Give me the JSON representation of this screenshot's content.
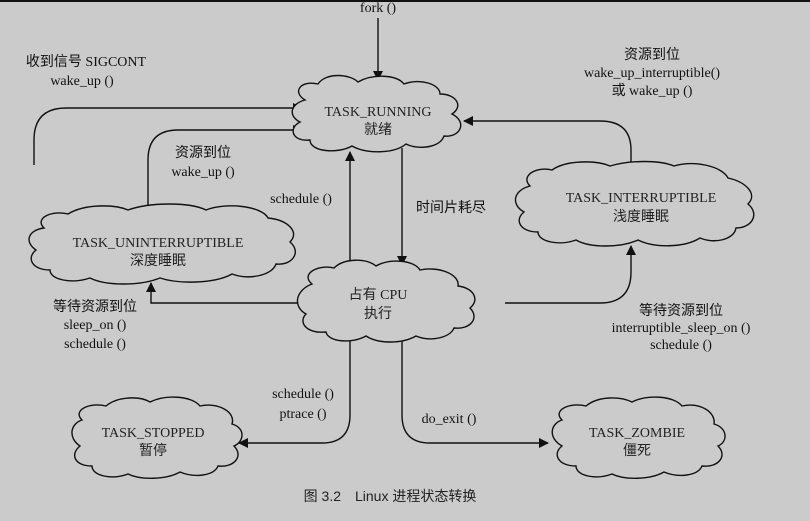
{
  "figure": {
    "caption": "图 3.2　Linux 进程状态转换"
  },
  "nodes": {
    "running": {
      "line1": "TASK_RUNNING",
      "line2": "就绪"
    },
    "interruptible": {
      "line1": "TASK_INTERRUPTIBLE",
      "line2": "浅度睡眠"
    },
    "uninterruptible": {
      "line1": "TASK_UNINTERRUPTIBLE",
      "line2": "深度睡眠"
    },
    "cpu": {
      "line1": "占有 CPU",
      "line2": "执行"
    },
    "stopped": {
      "line1": "TASK_STOPPED",
      "line2": "暂停"
    },
    "zombie": {
      "line1": "TASK_ZOMBIE",
      "line2": "僵死"
    }
  },
  "edges": {
    "fork": {
      "line1": "fork ()"
    },
    "sigcont": {
      "line1": "收到信号 SIGCONT",
      "line2": "wake_up ()"
    },
    "wake_uninterruptible": {
      "line1": "资源到位",
      "line2": "wake_up ()"
    },
    "wake_interruptible": {
      "line1": "资源到位",
      "line2": "wake_up_interruptible()",
      "line3": "或 wake_up ()"
    },
    "schedule_to_cpu": {
      "line1": "schedule ()"
    },
    "timeslice": {
      "line1": "时间片耗尽"
    },
    "sleep_uninterruptible": {
      "line1": "等待资源到位",
      "line2": "sleep_on ()",
      "line3": "schedule ()"
    },
    "sleep_interruptible": {
      "line1": "等待资源到位",
      "line2": "interruptible_sleep_on ()",
      "line3": "schedule ()"
    },
    "stop": {
      "line1": "schedule ()",
      "line2": "ptrace ()"
    },
    "exit": {
      "line1": "do_exit ()"
    }
  }
}
